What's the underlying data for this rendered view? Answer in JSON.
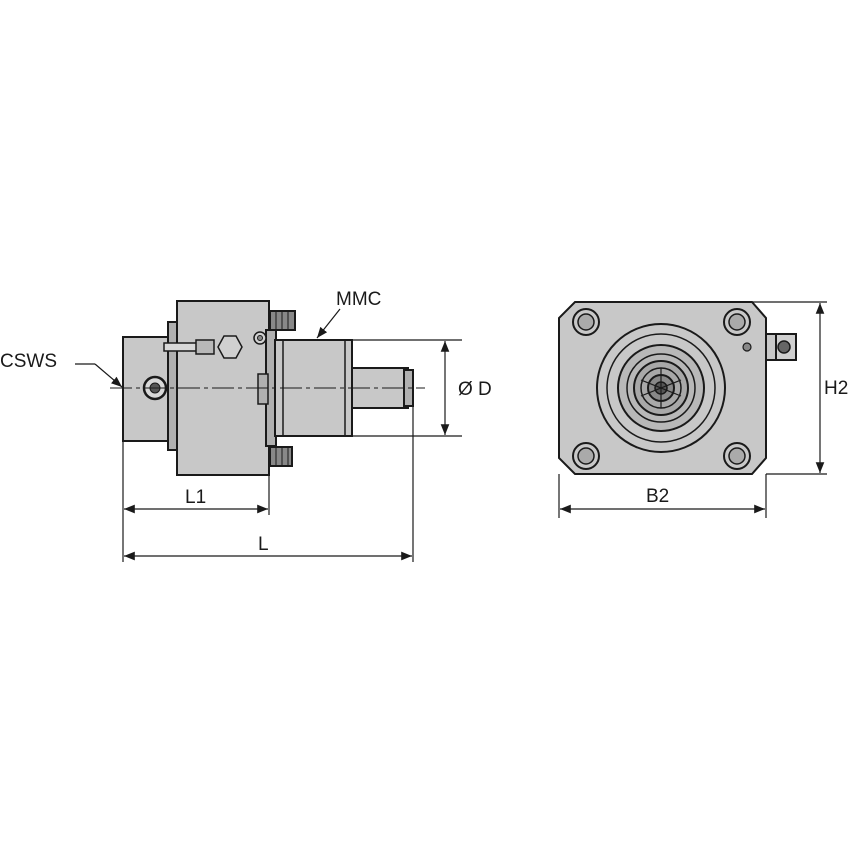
{
  "labels": {
    "cswsLabel": "CSWS",
    "mmcLabel": "MMC",
    "diameterLabel": "Ø D",
    "l1Label": "L1",
    "lLabel": "L",
    "b2Label": "B2",
    "h2Label": "H2"
  },
  "colors": {
    "body": "#c8c8c8",
    "bodyDark": "#9a9a9a",
    "outline": "#1a1a1a",
    "background": "#ffffff"
  }
}
